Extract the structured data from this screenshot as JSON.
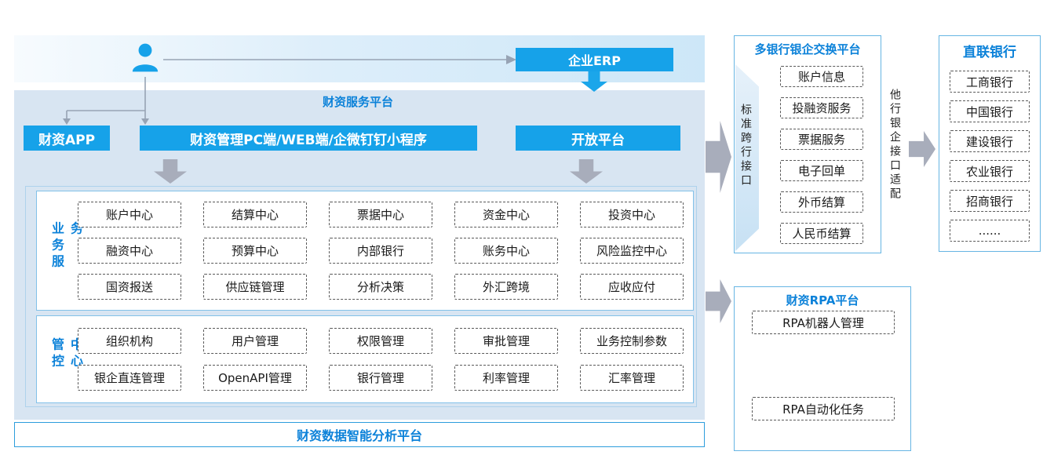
{
  "colors": {
    "accent_blue": "#16a2e9",
    "title_blue": "#0c82d9",
    "panel_bg": "#d8e5f2",
    "arrow_gray": "#a8adbb"
  },
  "top": {
    "erp": "企业ERP"
  },
  "platform": {
    "title": "财资服务平台",
    "app": "财资APP",
    "pc": "财资管理PC端/WEB端/企微钉钉小程序",
    "open": "开放平台",
    "business": {
      "label": "业务服务",
      "rows": [
        [
          "账户中心",
          "结算中心",
          "票据中心",
          "资金中心",
          "投资中心"
        ],
        [
          "融资中心",
          "预算中心",
          "内部银行",
          "账务中心",
          "风险监控中心"
        ],
        [
          "国资报送",
          "供应链管理",
          "分析决策",
          "外汇跨境",
          "应收应付"
        ]
      ]
    },
    "control": {
      "label": "管控中心",
      "rows": [
        [
          "组织机构",
          "用户管理",
          "权限管理",
          "审批管理",
          "业务控制参数"
        ],
        [
          "银企直连管理",
          "OpenAPI管理",
          "银行管理",
          "利率管理",
          "汇率管理"
        ]
      ]
    },
    "analysis_bar": "财资数据智能分析平台"
  },
  "exchange": {
    "title": "多银行银企交换平台",
    "left_label": "标准跨行接口",
    "right_label": "他行银企接口适配",
    "items": [
      "账户信息",
      "投融资服务",
      "票据服务",
      "电子回单",
      "外币结算",
      "人民币结算"
    ]
  },
  "banks": {
    "title": "直联银行",
    "items": [
      "工商银行",
      "中国银行",
      "建设银行",
      "农业银行",
      "招商银行",
      "......"
    ]
  },
  "rpa": {
    "title": "财资RPA平台",
    "robot": "RPA机器人管理",
    "task": "RPA自动化任务"
  }
}
